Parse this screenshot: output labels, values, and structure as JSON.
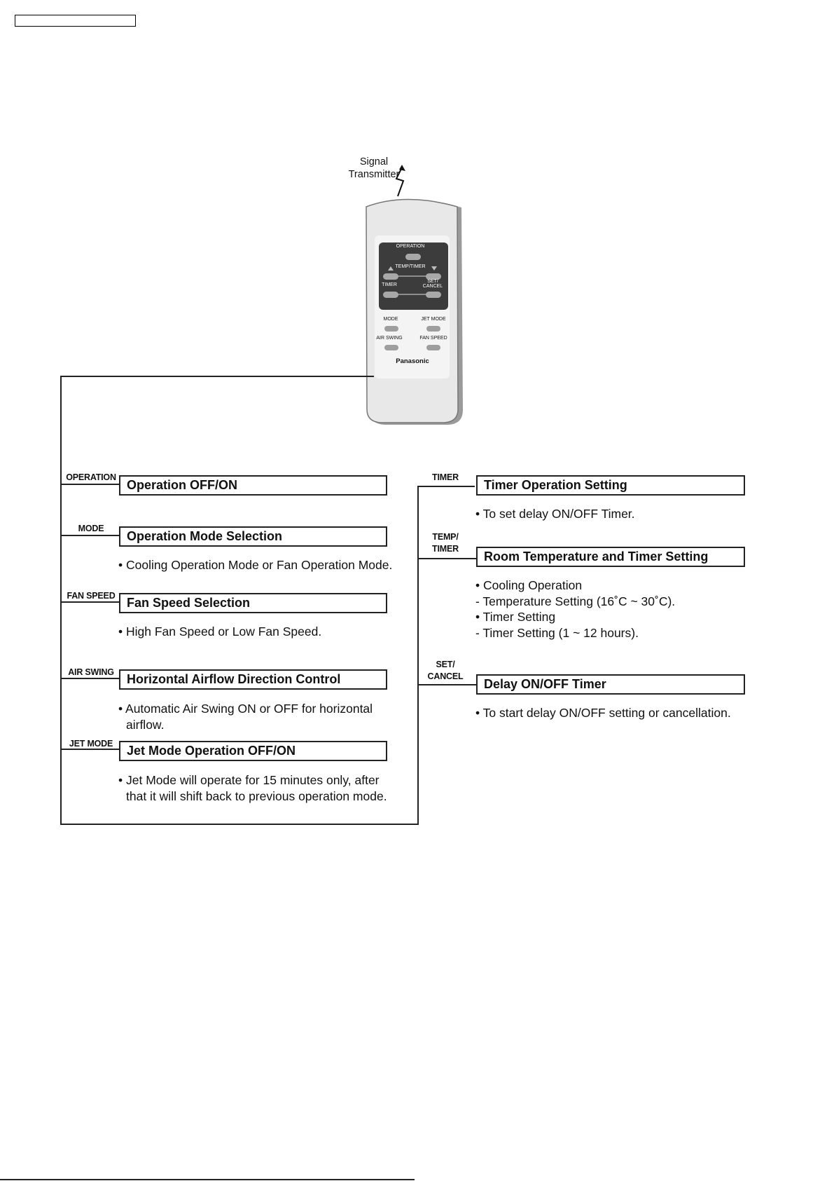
{
  "remote": {
    "signal_label_line1": "Signal",
    "signal_label_line2": "Transmitter",
    "brand": "Panasonic",
    "buttons": {
      "operation": "OPERATION",
      "temp_timer": "TEMP/TIMER",
      "timer": "TIMER",
      "set": "SET/",
      "cancel": "CANCEL",
      "mode": "MODE",
      "jet_mode": "JET MODE",
      "air_swing": "AIR SWING",
      "fan_speed": "FAN SPEED"
    }
  },
  "left": [
    {
      "key": "OPERATION",
      "title": "Operation OFF/ON",
      "desc": []
    },
    {
      "key": "MODE",
      "title": "Operation Mode Selection",
      "desc": [
        "• Cooling Operation Mode or Fan Operation Mode."
      ]
    },
    {
      "key": "FAN SPEED",
      "title": "Fan Speed Selection",
      "desc": [
        "• High Fan Speed or Low Fan Speed."
      ]
    },
    {
      "key": "AIR SWING",
      "title": "Horizontal Airflow Direction Control",
      "desc": [
        "• Automatic Air Swing ON or OFF for horizontal",
        "airflow."
      ]
    },
    {
      "key": "JET MODE",
      "title": "Jet Mode Operation OFF/ON",
      "desc": [
        "• Jet Mode will operate for 15 minutes only, after",
        "that it will shift back to previous operation mode."
      ]
    }
  ],
  "right": [
    {
      "key_line1": "TIMER",
      "key_line2": "",
      "title": "Timer Operation Setting",
      "desc": [
        "• To set delay ON/OFF Timer."
      ]
    },
    {
      "key_line1": "TEMP/",
      "key_line2": "TIMER",
      "title": "Room Temperature and Timer Setting",
      "desc": [
        "• Cooling Operation",
        "- Temperature Setting (16˚C ~ 30˚C).",
        "• Timer Setting",
        "- Timer Setting (1 ~ 12 hours)."
      ]
    },
    {
      "key_line1": "SET/",
      "key_line2": "CANCEL",
      "title": "Delay ON/OFF Timer",
      "desc": [
        "• To start delay ON/OFF setting or cancellation."
      ]
    }
  ]
}
